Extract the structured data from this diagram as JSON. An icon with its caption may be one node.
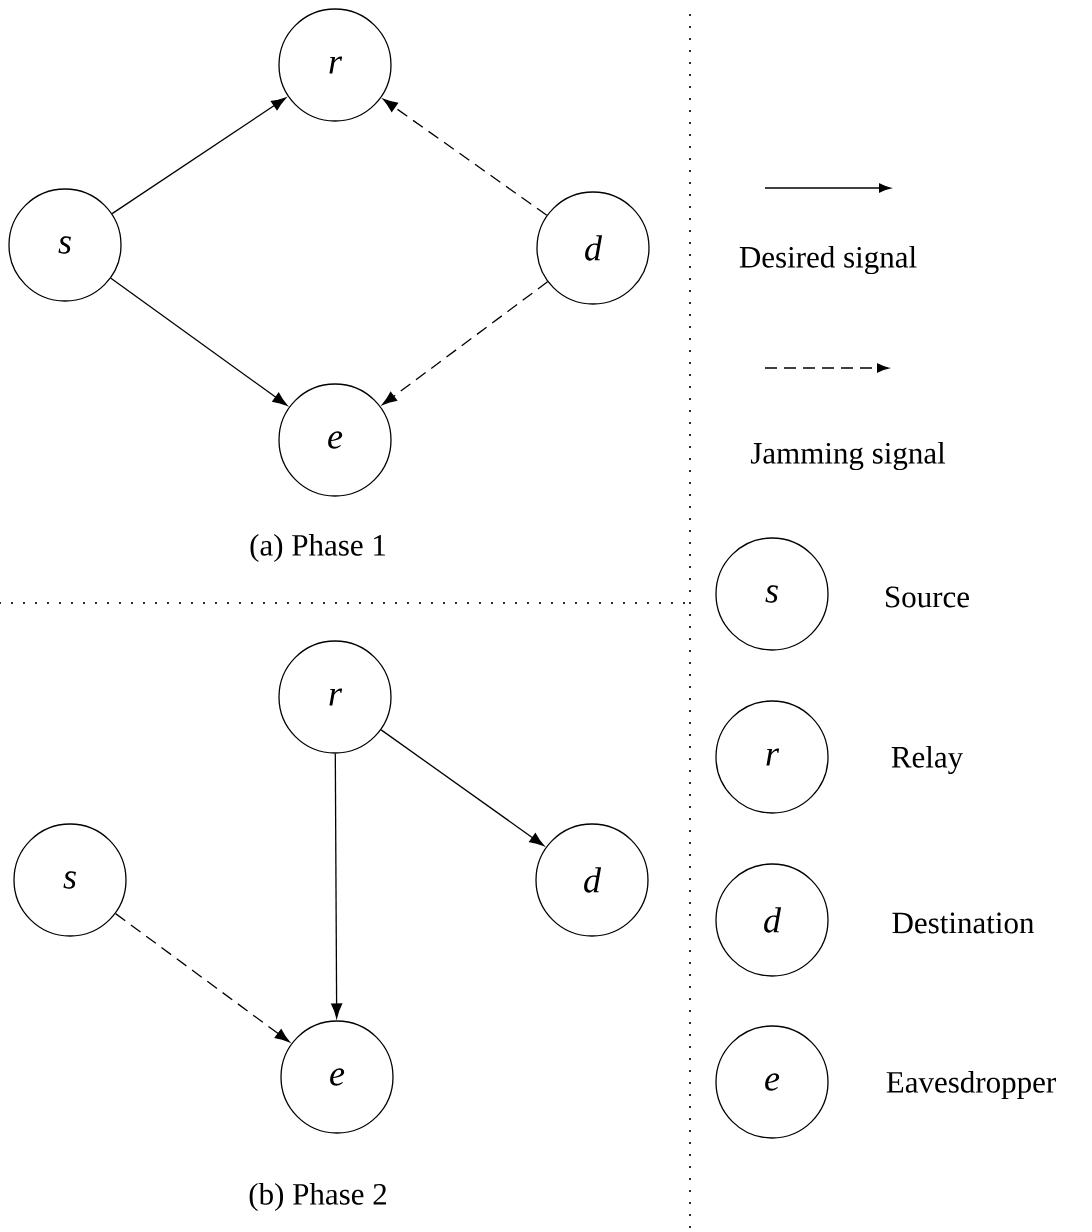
{
  "diagram": {
    "nodes": [
      {
        "text": [
          "r"
        ]
      },
      {
        "text": [
          "s"
        ]
      },
      {
        "text": [
          "d"
        ]
      },
      {
        "text": [
          "e"
        ]
      },
      {
        "text": [
          "r"
        ]
      },
      {
        "text": [
          "s"
        ]
      },
      {
        "text": [
          "d"
        ]
      },
      {
        "text": [
          "e"
        ]
      },
      {
        "text": [
          "s"
        ],
        "beside": [
          "Source"
        ]
      },
      {
        "text": [
          "r"
        ],
        "beside": [
          "Relay"
        ]
      },
      {
        "text": [
          "d"
        ],
        "beside": [
          "Destination"
        ]
      },
      {
        "text": [
          "e"
        ],
        "beside": [
          "Eavesdropper"
        ]
      }
    ],
    "edges": [
      {
        "from": 1,
        "to": 0,
        "arrow": "to"
      },
      {
        "from": 1,
        "to": 3,
        "arrow": "to"
      },
      {
        "from": 2,
        "to": 0,
        "arrow": "to",
        "style": "dashed"
      },
      {
        "from": 2,
        "to": 3,
        "arrow": "to",
        "style": "dashed"
      },
      {
        "from": 4,
        "to": 7,
        "arrow": "to"
      },
      {
        "from": 4,
        "to": 6,
        "arrow": "to"
      },
      {
        "from": 5,
        "to": 7,
        "arrow": "to",
        "style": "dashed"
      }
    ],
    "labels": [
      "(a) Phase 1",
      "(b) Phase 2"
    ],
    "legend": [
      {
        "text": "Desired signal"
      },
      {
        "text": "Jamming signal"
      }
    ]
  }
}
